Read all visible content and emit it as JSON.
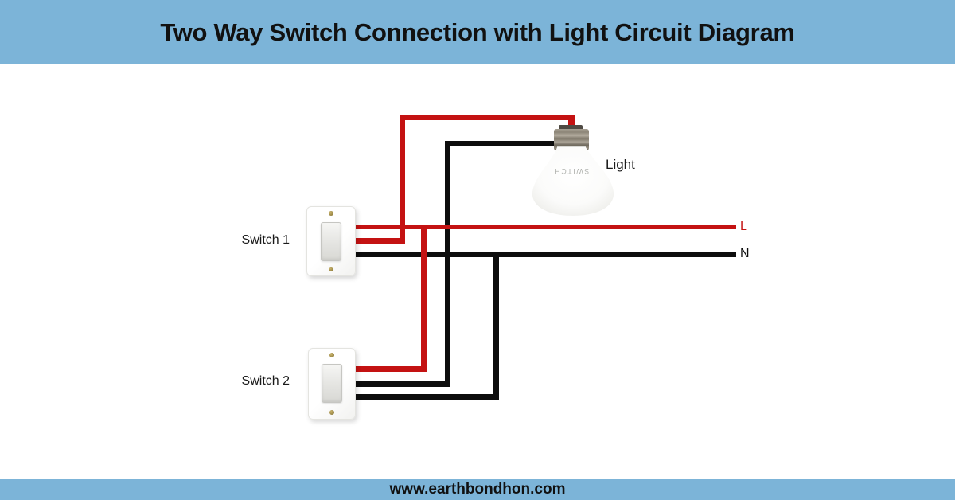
{
  "header": {
    "title": "Two Way Switch Connection with Light Circuit Diagram"
  },
  "footer": {
    "url": "www.earthbondhon.com"
  },
  "diagram": {
    "switch1_label": "Switch 1",
    "switch2_label": "Switch 2",
    "light_label": "Light",
    "live_label": "L",
    "neutral_label": "N",
    "bulb_text": "SWITCH"
  },
  "colors": {
    "band_blue": "#7cb4d8",
    "wire_red": "#c41212",
    "wire_black": "#0d0d0d",
    "text_black": "#111111"
  }
}
